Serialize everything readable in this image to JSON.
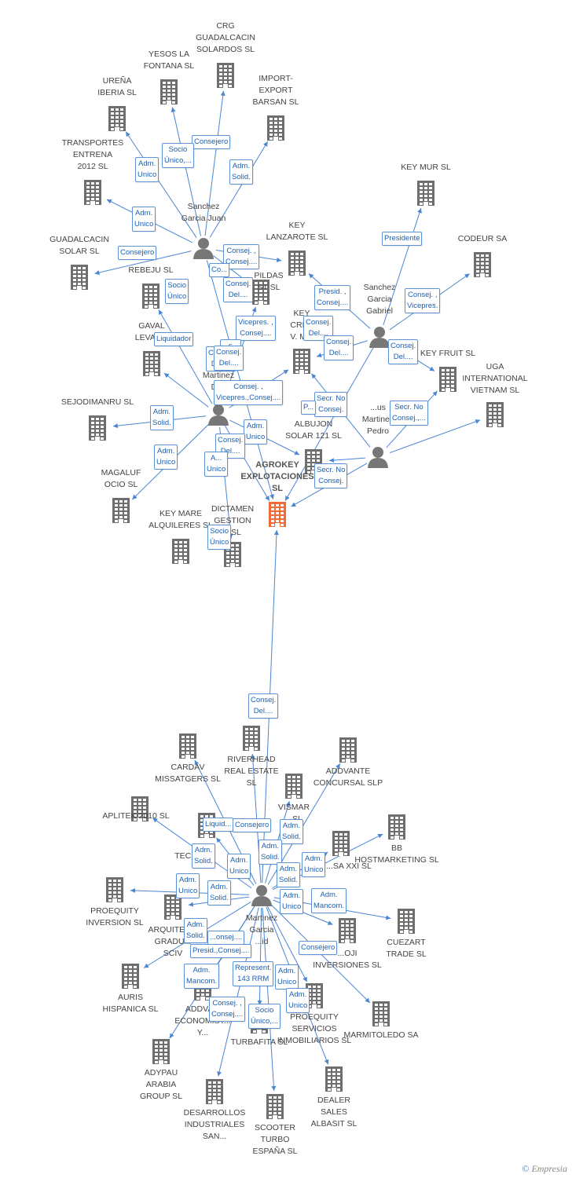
{
  "colors": {
    "edge": "#4a86d4",
    "company": "#6e6e6e",
    "focus": "#f26a35",
    "person": "#777777",
    "tag_text": "#1f5fae"
  },
  "brand": {
    "copyright": "©",
    "name": "Empresia"
  },
  "nodes": [
    {
      "id": "crg",
      "type": "company",
      "label": "CRG\nGUADALCACIN\nSOLARDOS SL"
    },
    {
      "id": "yesos",
      "type": "company",
      "label": "YESOS LA\nFONTANA  SL"
    },
    {
      "id": "urena",
      "type": "company",
      "label": "UREÑA\nIBERIA SL"
    },
    {
      "id": "import",
      "type": "company",
      "label": "IMPORT-\nEXPORT\nBARSAN SL"
    },
    {
      "id": "transportes",
      "type": "company",
      "label": "TRANSPORTES\nENTRENA\n2012 SL"
    },
    {
      "id": "keymur",
      "type": "company",
      "label": "KEY MUR SL"
    },
    {
      "id": "sanchezjuan",
      "type": "person",
      "label": "Sanchez\nGarcia Juan"
    },
    {
      "id": "guadalcacin",
      "type": "company",
      "label": "GUADALCACIN\nSOLAR SL"
    },
    {
      "id": "lanzarote",
      "type": "company",
      "label": "KEY\nLANZAROTE SL"
    },
    {
      "id": "codeur",
      "type": "company",
      "label": "CODEUR SA"
    },
    {
      "id": "rebeju",
      "type": "company",
      "label": "REBEJU  SL"
    },
    {
      "id": "pildas",
      "type": "company",
      "label": "PILDAS\nST SL"
    },
    {
      "id": "sanchezgabriel",
      "type": "person",
      "label": "Sanchez\nGarcia\nGabriel"
    },
    {
      "id": "gaval",
      "type": "company",
      "label": "GAVAL\nLEVAN..."
    },
    {
      "id": "keycrea",
      "type": "company",
      "label": "KEY\nCREA\nV. M..."
    },
    {
      "id": "keyfruit",
      "type": "company",
      "label": "KEY FRUIT  SL"
    },
    {
      "id": "uga",
      "type": "company",
      "label": "UGA\nINTERNATIONAL\nVIETNAM SL"
    },
    {
      "id": "gomez",
      "type": "person",
      "label": "Go...\nMartinez\nDi..."
    },
    {
      "id": "sejodimanru",
      "type": "company",
      "label": "SEJODIMANRU SL"
    },
    {
      "id": "jesus",
      "type": "person",
      "label": "...us\nMartinez\nPedro"
    },
    {
      "id": "albujon",
      "type": "company",
      "label": "ALBUJON\nSOLAR 121 SL"
    },
    {
      "id": "agrokey",
      "type": "focus",
      "label": "AGROKEY\nEXPLOTACIONES\nSL"
    },
    {
      "id": "magaluf",
      "type": "company",
      "label": "MAGALUF\nOCIO SL"
    },
    {
      "id": "dictamen",
      "type": "company",
      "label": "DICTAMEN\nGESTION\n...SL"
    },
    {
      "id": "keymare",
      "type": "company",
      "label": "KEY MARE\nALQUILERES SL"
    },
    {
      "id": "cardav",
      "type": "company",
      "label": "CARDAV\nMISSATGERS SL"
    },
    {
      "id": "riverhead",
      "type": "company",
      "label": "RIVERHEAD\nREAL ESTATE\nSL"
    },
    {
      "id": "addvante",
      "type": "company",
      "label": "ADDVANTE\nCONCURSAL SLP"
    },
    {
      "id": "vismar",
      "type": "company",
      "label": "VISMAR\n...SL"
    },
    {
      "id": "aplitek",
      "type": "company",
      "label": "APLITEK 2010 SL"
    },
    {
      "id": "tecno",
      "type": "company",
      "label": "TECNO..."
    },
    {
      "id": "bbhost",
      "type": "company",
      "label": "BB\nHOSTMARKETING SL"
    },
    {
      "id": "saxxi",
      "type": "company",
      "label": "...SA XXI SL"
    },
    {
      "id": "proequity",
      "type": "company",
      "label": "PROEQUITY\nINVERSION SL"
    },
    {
      "id": "martinezmain",
      "type": "person",
      "label": "Martinez\nGarcia\n...id"
    },
    {
      "id": "arquitec",
      "type": "company",
      "label": "ARQUITEC...\nGRADU...\nSCIV"
    },
    {
      "id": "cuezart",
      "type": "company",
      "label": "CUEZART\nTRADE SL"
    },
    {
      "id": "oji",
      "type": "company",
      "label": "...OJI\nINVERSIONES SL"
    },
    {
      "id": "auris",
      "type": "company",
      "label": "AURIS\nHISPANICA SL"
    },
    {
      "id": "addvaeco",
      "type": "company",
      "label": "ADDVA...\nECONOMIST...\nY..."
    },
    {
      "id": "proeqserv",
      "type": "company",
      "label": "PROEQUITY\nSERVICIOS\nINMOBILIARIOS SL"
    },
    {
      "id": "marmitoledo",
      "type": "company",
      "label": "MARMITOLEDO SA"
    },
    {
      "id": "turbafita",
      "type": "company",
      "label": "TURBAFITA SL"
    },
    {
      "id": "adypau",
      "type": "company",
      "label": "ADYPAU\nARABIA\nGROUP  SL"
    },
    {
      "id": "desarrollos",
      "type": "company",
      "label": "DESARROLLOS\nINDUSTRIALES\nSAN..."
    },
    {
      "id": "scooter",
      "type": "company",
      "label": "SCOOTER\nTURBO\nESPAÑA  SL"
    },
    {
      "id": "dealer",
      "type": "company",
      "label": "DEALER\nSALES\nALBASIT SL"
    }
  ],
  "edge_labels": [
    "Consejero",
    "Socio\nÚnico,...",
    "Adm.\nUnico",
    "Adm.\nSolid.",
    "Adm.\nUnico",
    "Presidente",
    "Consejero",
    "Consej. ,\nConsej....",
    "Co...",
    "Consej.\nDel....",
    "Socio\nÚnico",
    "Presid. ,\nConsej....",
    "Consej. ,\nVicepres.",
    "Vicepres. ,\nConsej....",
    "Consej.\nDel....",
    "...s. ,\n...",
    "Consej.\nDel....",
    "Consej.\nDel....",
    "Consej.\nDel....",
    "Liquidador",
    "Consej.\nDel....",
    "Consej. ,\nVicepres.,Consej....",
    "Secr.  No\nConsej.",
    "P...",
    "Secr.  No\nConsej.,...",
    "Adm.\nSolid.",
    "Adm.\nUnico",
    "Adm.\nUnico",
    "Consej.\nDel....",
    "A...\nUnico",
    "Secr.  No\nConsej.",
    "Socio\nÚnico",
    "Consej.\nDel....",
    "Liquid...",
    "Consejero",
    "Adm.\nSolid.",
    "Adm.\nSolid.",
    "Adm.\nSolid.",
    "Adm.\nUnico",
    "Adm.\nUnico",
    "Adm.\nSolid.",
    "Adm.\nUnico",
    "Adm.\nSolid.",
    "Adm.\nUnico",
    "Adm.\nMancom.",
    "Adm.\nSolid.",
    "...onsej....",
    "Presid.,Consej....",
    "Consejero",
    "Adm.\nMancom.",
    "Represent.\n143 RRM",
    "Adm.\nUnico",
    "Consej. ,\nConsej....",
    "Socio\nÚnico,...",
    "Adm.\nUnico"
  ]
}
